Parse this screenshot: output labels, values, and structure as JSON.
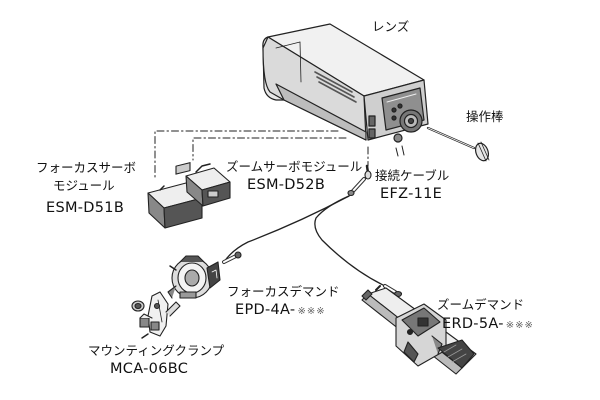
{
  "labels": {
    "lens": "レンズ",
    "handle": "操作棒",
    "focus_servo_name_line1": "フォーカスサーボ",
    "focus_servo_name_line2": "モジュール",
    "focus_servo_model": "ESM-D51B",
    "zoom_servo_name": "ズームサーボモジュール",
    "zoom_servo_model": "ESM-D52B",
    "cable_name": "接続ケーブル",
    "cable_model": "EFZ-11E",
    "focus_demand_name": "フォーカスデマンド",
    "focus_demand_model": "EPD-4A-",
    "focus_demand_suffix": "※※※",
    "zoom_demand_name": "ズームデマンド",
    "zoom_demand_model": "ERD-5A-",
    "zoom_demand_suffix": "※※※",
    "clamp_name": "マウンティングクランプ",
    "clamp_model": "MCA-06BC"
  }
}
